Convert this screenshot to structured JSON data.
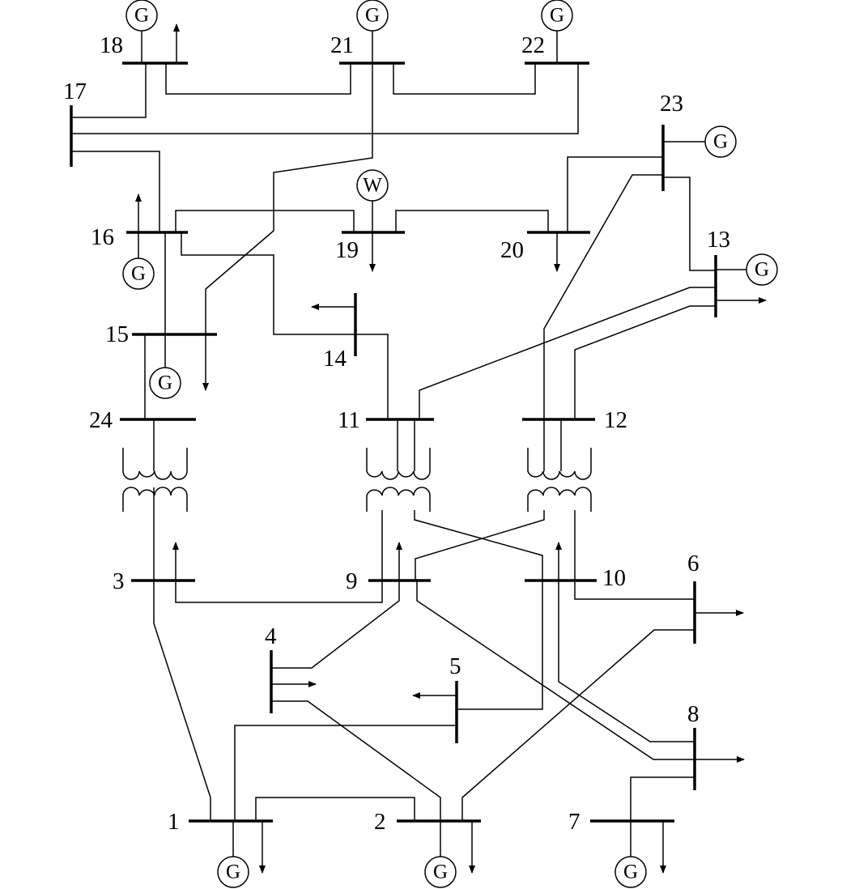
{
  "buses": [
    {
      "id": "bus-1",
      "label": "1"
    },
    {
      "id": "bus-2",
      "label": "2"
    },
    {
      "id": "bus-3",
      "label": "3"
    },
    {
      "id": "bus-4",
      "label": "4"
    },
    {
      "id": "bus-5",
      "label": "5"
    },
    {
      "id": "bus-6",
      "label": "6"
    },
    {
      "id": "bus-7",
      "label": "7"
    },
    {
      "id": "bus-8",
      "label": "8"
    },
    {
      "id": "bus-9",
      "label": "9"
    },
    {
      "id": "bus-10",
      "label": "10"
    },
    {
      "id": "bus-11",
      "label": "11"
    },
    {
      "id": "bus-12",
      "label": "12"
    },
    {
      "id": "bus-13",
      "label": "13"
    },
    {
      "id": "bus-14",
      "label": "14"
    },
    {
      "id": "bus-15",
      "label": "15"
    },
    {
      "id": "bus-16",
      "label": "16"
    },
    {
      "id": "bus-17",
      "label": "17"
    },
    {
      "id": "bus-18",
      "label": "18"
    },
    {
      "id": "bus-19",
      "label": "19"
    },
    {
      "id": "bus-20",
      "label": "20"
    },
    {
      "id": "bus-21",
      "label": "21"
    },
    {
      "id": "bus-22",
      "label": "22"
    },
    {
      "id": "bus-23",
      "label": "23"
    },
    {
      "id": "bus-24",
      "label": "24"
    }
  ],
  "symbols": {
    "generator": "G",
    "wind": "W"
  }
}
